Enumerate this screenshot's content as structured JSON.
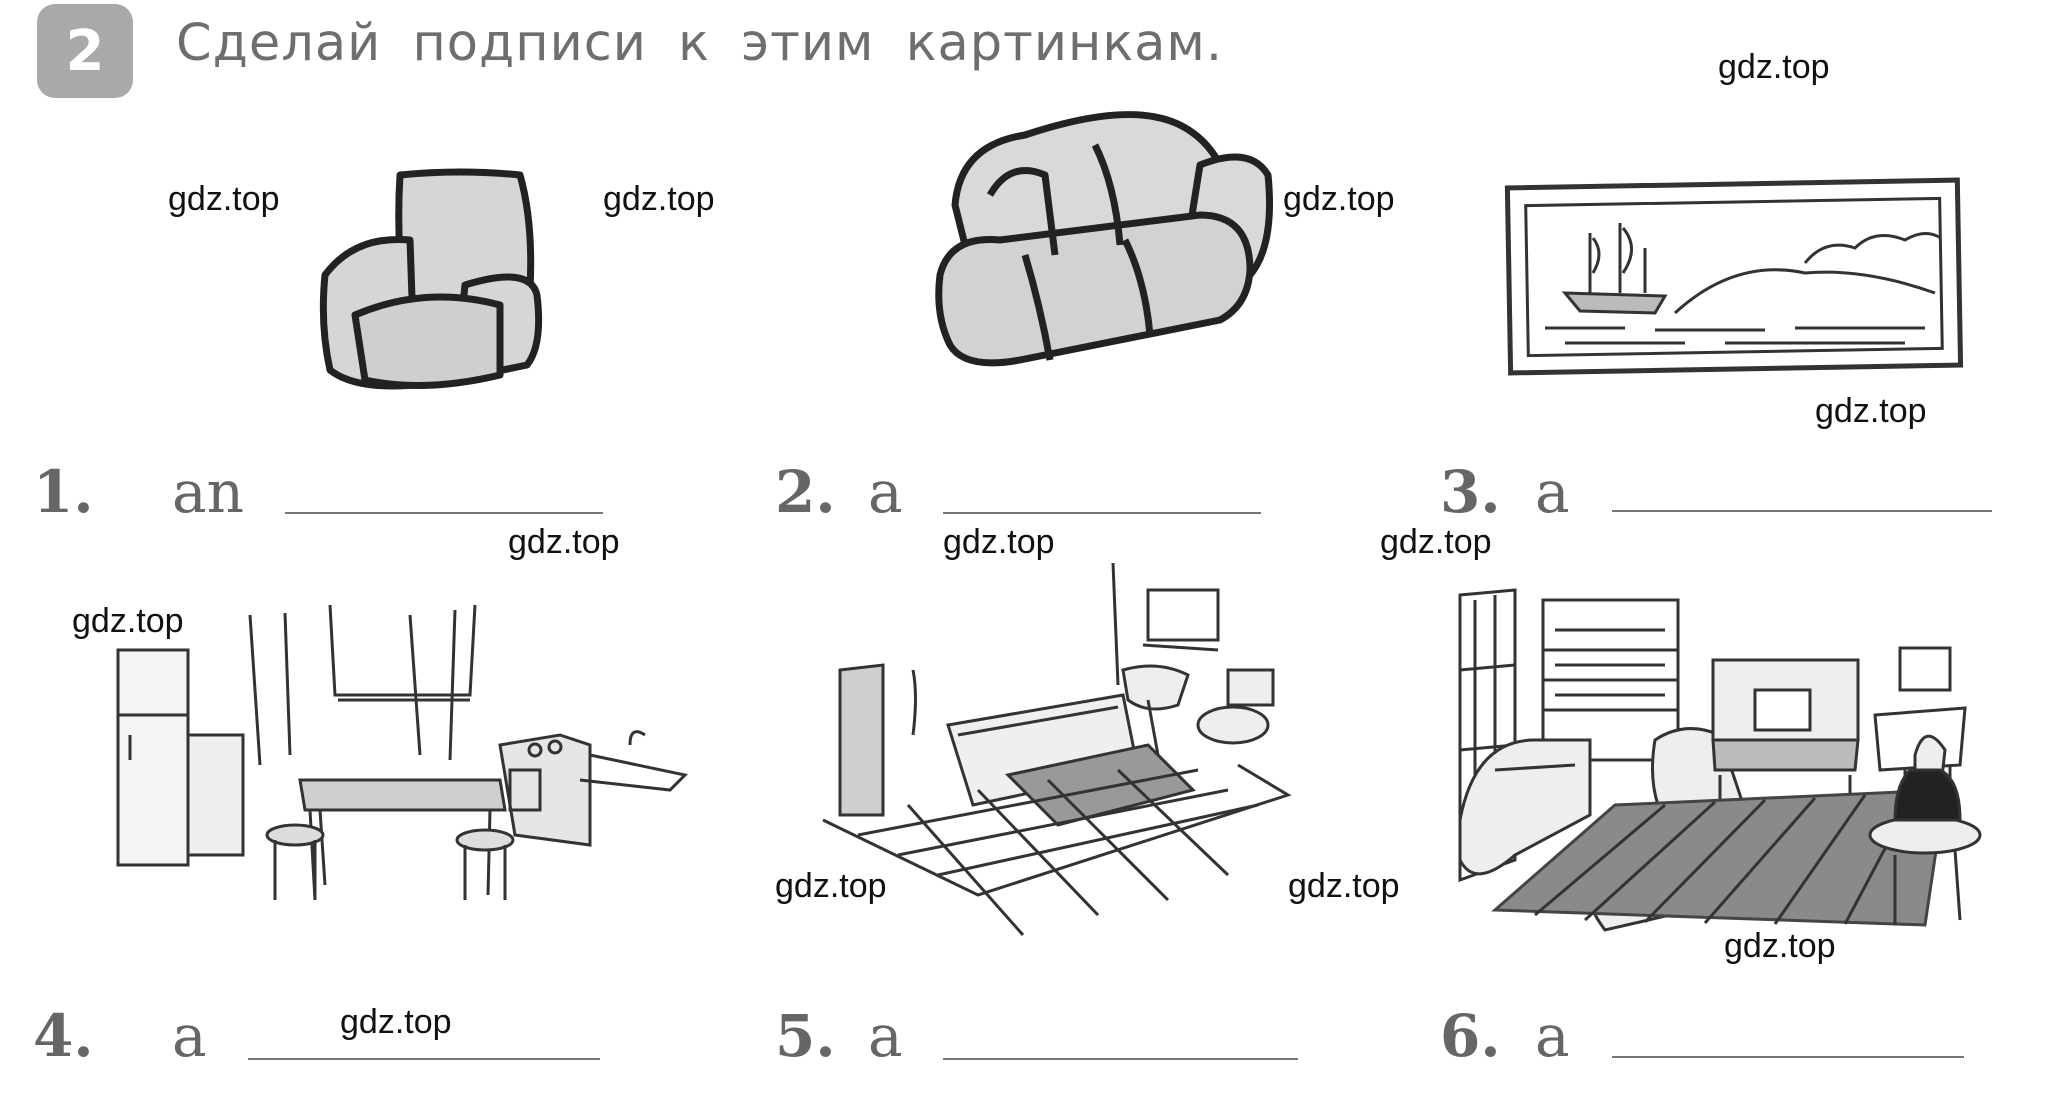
{
  "exercise": {
    "number": "2",
    "instruction": "Сделай подписи к этим картинкам."
  },
  "items": [
    {
      "number": "1.",
      "article": "an",
      "picture_icon": "armchair"
    },
    {
      "number": "2.",
      "article": "a",
      "picture_icon": "sofa"
    },
    {
      "number": "3.",
      "article": "a",
      "picture_icon": "framed-picture"
    },
    {
      "number": "4.",
      "article": "a",
      "picture_icon": "kitchen"
    },
    {
      "number": "5.",
      "article": "a",
      "picture_icon": "bathroom"
    },
    {
      "number": "6.",
      "article": "a",
      "picture_icon": "living-room"
    }
  ],
  "watermark": "gdz.top"
}
